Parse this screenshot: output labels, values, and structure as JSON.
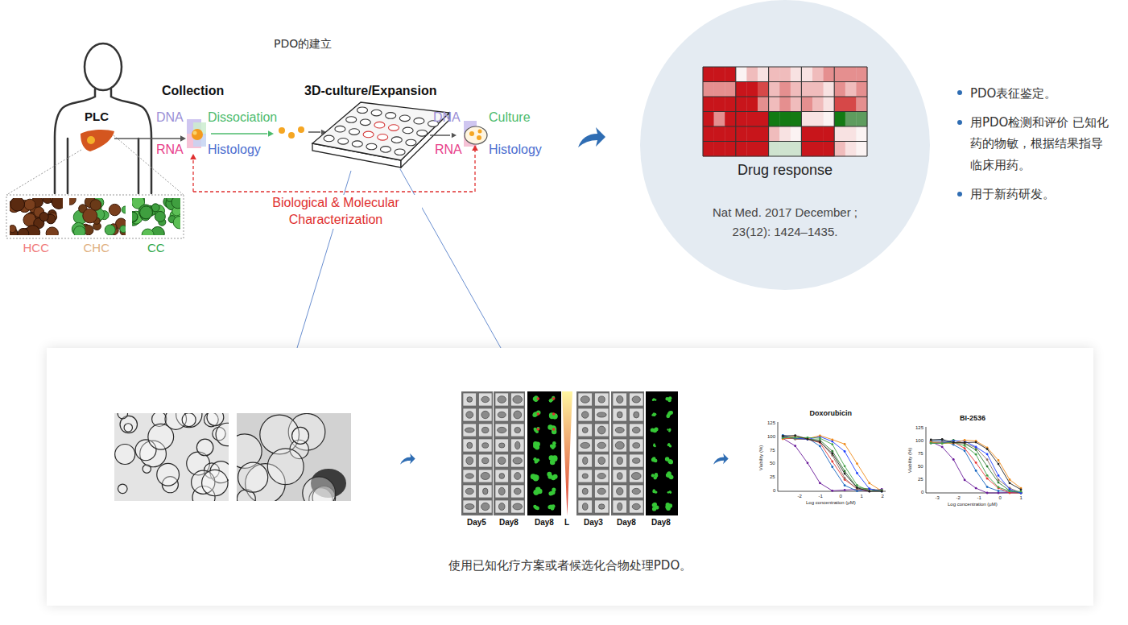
{
  "diagram": {
    "title": "PDO的建立",
    "nodes": [
      {
        "text": [
          "Drug response",
          "Nat Med. 2017 December ; 23(12): 1424–1435."
        ]
      },
      {
        "text": [
          "使用已知化疗方案或者候选化合物处理PDO。"
        ]
      }
    ],
    "labels": [
      "PLC",
      "Collection",
      "DNA",
      "Dissociation",
      "RNA",
      "Histology",
      "3D-culture/Expansion",
      "DNA",
      "Culture",
      "RNA",
      "Histology",
      "Biological & Molecular Characterization",
      "HCC",
      "CHC",
      "CC",
      "PDO表征鉴定。",
      "用PDO检测和评价 已知化药的物敏，根据结果指导临床用药。",
      "用于新药研发。",
      "Day5",
      "Day8",
      "Day8",
      "L",
      "Day3",
      "Day8",
      "Day8",
      "Doxorubicin",
      "125",
      "100",
      "75",
      "50",
      "25",
      "0",
      "Viability (%)",
      "-2",
      "-1",
      "0",
      "1",
      "2",
      "Log concentration (μM)",
      "BI-2536",
      "125",
      "100",
      "75",
      "50",
      "25",
      "0",
      "Viability (%)",
      "-3",
      "-2",
      "-1",
      "0",
      "1",
      "Log concentration (μM)"
    ]
  }
}
